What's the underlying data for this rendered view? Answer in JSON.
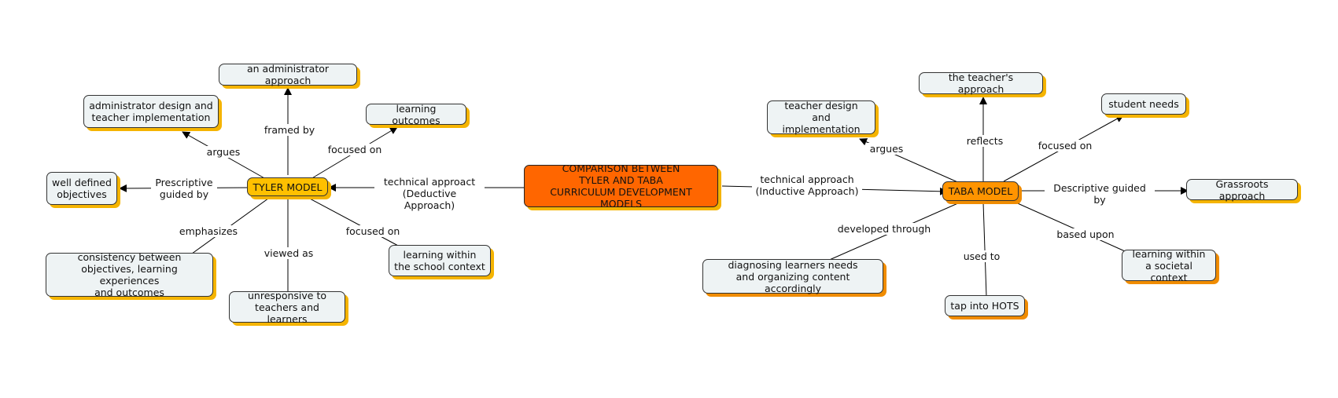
{
  "central": "COMPARISON BETWEEN\nTYLER AND TABA\nCURRICULUM DEVELOPMENT MODELS",
  "tyler": {
    "title": "TYLER MODEL",
    "link_to_central": "technical approact\n(Deductive Approach)",
    "nodes": {
      "admin_approach": "an administrator approach",
      "admin_design": "administrator design and\nteacher implementation",
      "outcomes": "learning outcomes",
      "objectives": "well defined\nobjectives",
      "consistency": "consistency between\nobjectives, learning experiences\nand outcomes",
      "unresponsive": "unresponsive to\nteachers and learners",
      "school_context": "learning within\nthe school context"
    },
    "links": {
      "framed_by": "framed by",
      "argues": "argues",
      "focused_on_outcomes": "focused on",
      "prescriptive": "Prescriptive\nguided by",
      "emphasizes": "emphasizes",
      "viewed_as": "viewed as",
      "focused_on_school": "focused on"
    }
  },
  "taba": {
    "title": "TABA MODEL",
    "link_to_central": "technical approach\n(Inductive Approach)",
    "nodes": {
      "teacher_approach": "the teacher's approach",
      "teacher_design": "teacher design\nand implementation",
      "student_needs": "student needs",
      "grassroots": "Grassroots approach",
      "diagnosing": "diagnosing learners needs\nand organizing content accordingly",
      "hots": "tap into HOTS",
      "societal": "learning within\na societal context"
    },
    "links": {
      "reflects": "reflects",
      "argues": "argues",
      "focused_on": "focused on",
      "descriptive": "Descriptive guided by",
      "developed_through": "developed through",
      "used_to": "used to",
      "based_upon": "based upon"
    }
  },
  "colors": {
    "central_fill": "#ff6600",
    "tyler_fill": "#ffc000",
    "taba_fill": "#ff9400",
    "concept_fill": "#eef3f4",
    "shadow_yellow": "#f5b400",
    "shadow_orange": "#f08c00"
  }
}
